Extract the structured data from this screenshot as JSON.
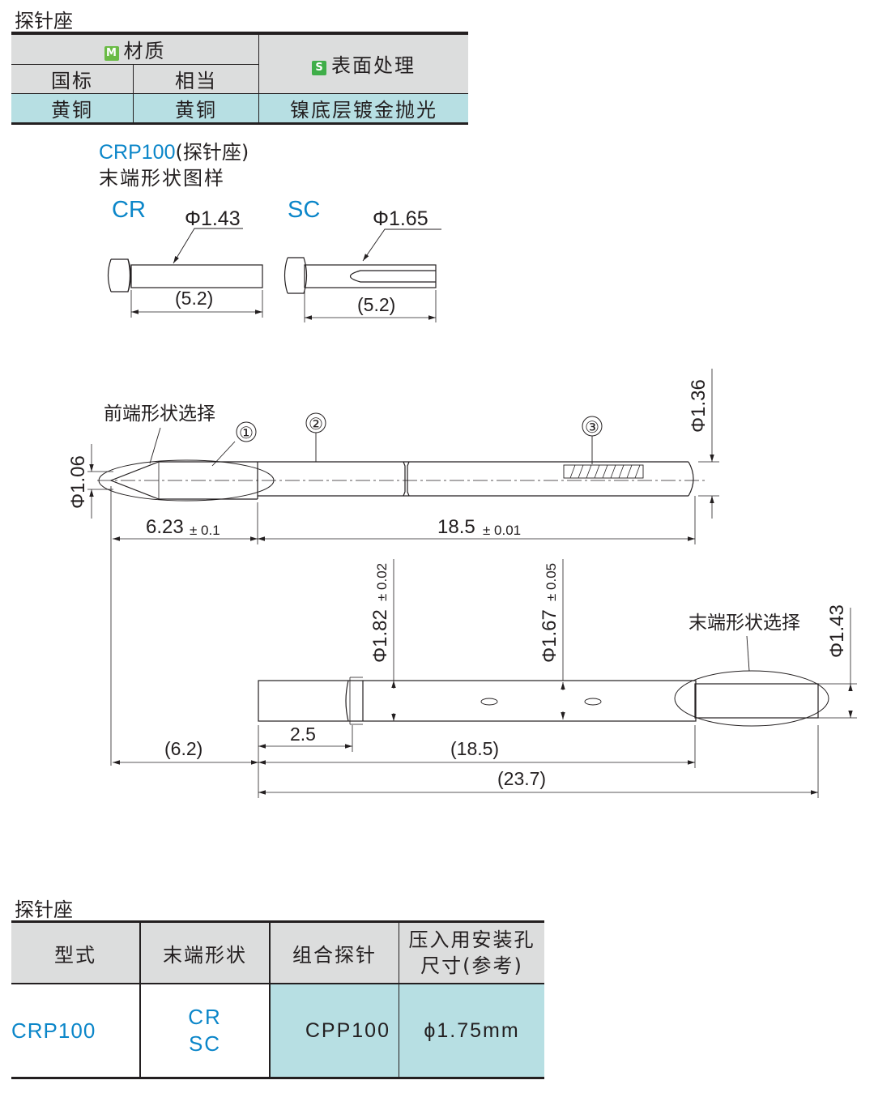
{
  "material_section": {
    "title": "探针座",
    "material_badge": "M",
    "material_header": "材质",
    "surface_badge": "S",
    "surface_header": "表面处理",
    "col_standard": "国标",
    "col_equivalent": "相当",
    "row": {
      "standard": "黄铜",
      "equivalent": "黄铜",
      "surface": "镍底层镀金抛光"
    }
  },
  "tip_patterns": {
    "model": "CRP100",
    "model_suffix": "(探针座)",
    "subtitle": "末端形状图样",
    "cr": {
      "label": "CR",
      "diameter": "Φ1.43",
      "length": "(5.2)"
    },
    "sc": {
      "label": "SC",
      "diameter": "Φ1.65",
      "length": "(5.2)"
    }
  },
  "drawing": {
    "front_shape_label": "前端形状选择",
    "markers": [
      "①",
      "②",
      "③"
    ],
    "dim_phi106": "Φ1.06",
    "dim_phi136": "Φ1.36",
    "dim_623": "6.23",
    "tol_623": "± 0.1",
    "dim_185": "18.5",
    "tol_185": "± 0.01",
    "dim_phi182": "Φ1.82",
    "tol_phi182": "± 0.02",
    "dim_phi167": "Φ1.67",
    "tol_phi167": "± 0.05",
    "end_shape_label": "末端形状选择",
    "dim_phi143": "Φ1.43",
    "dim_25": "2.5",
    "dim_62": "(6.2)",
    "dim_185b": "(18.5)",
    "dim_237": "(23.7)"
  },
  "spec_section": {
    "title": "探针座",
    "headers": [
      "型式",
      "末端形状",
      "组合探针",
      "压入用安装孔",
      "尺寸(参考)"
    ],
    "row": {
      "model": "CRP100",
      "tip_1": "CR",
      "tip_2": "SC",
      "probe": "CPP100",
      "hole": "ϕ1.75mm"
    }
  },
  "colors": {
    "accent_blue": "#0b86c9",
    "cyan_fill": "#b7dfe3",
    "grey_fill": "#dcdddd",
    "badge_green": "#6abb45"
  }
}
